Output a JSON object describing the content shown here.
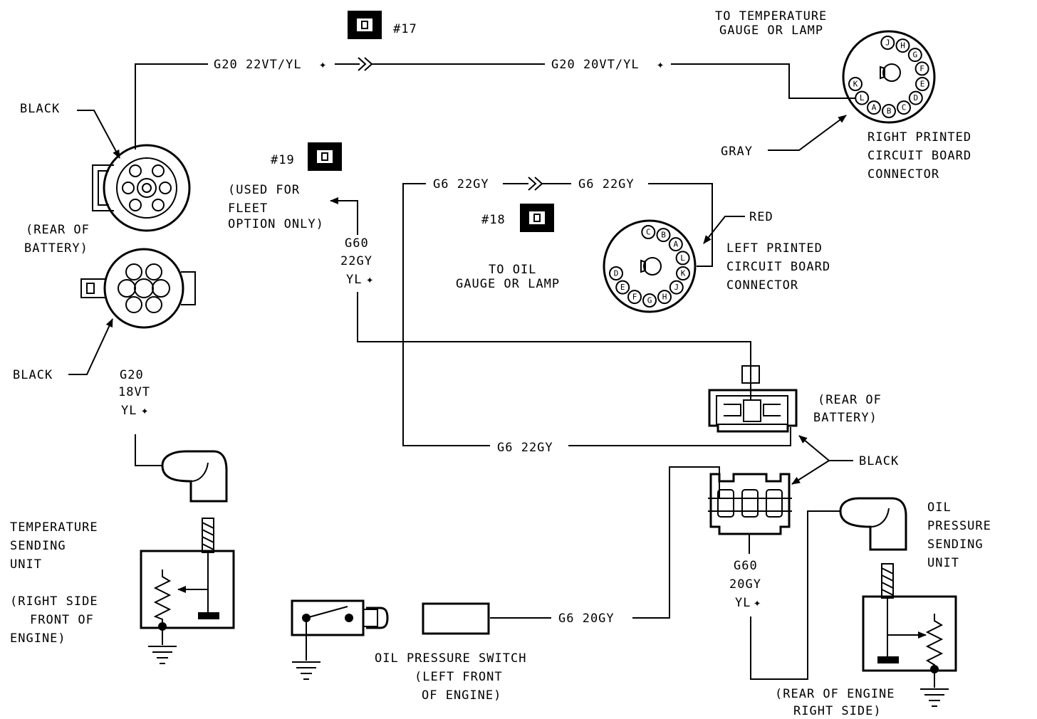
{
  "labels": {
    "splice17": "#17",
    "splice18": "#18",
    "splice19": "#19",
    "to_temp_1": "TO TEMPERATURE",
    "to_temp_2": "GAUGE OR LAMP",
    "rpcb_1": "RIGHT PRINTED",
    "rpcb_2": "CIRCUIT BOARD",
    "rpcb_3": "CONNECTOR",
    "gray": "GRAY",
    "lpcb_1": "LEFT PRINTED",
    "lpcb_2": "CIRCUIT BOARD",
    "lpcb_3": "CONNECTOR",
    "red": "RED",
    "to_oil_1": "TO OIL",
    "to_oil_2": "GAUGE OR LAMP",
    "used_for_1": "(USED FOR",
    "used_for_2": "FLEET",
    "used_for_3": "OPTION ONLY)",
    "black_top": "BLACK",
    "black_mid": "BLACK",
    "black_right": "BLACK",
    "rear_batt_l1": "(REAR OF",
    "rear_batt_l2": "BATTERY)",
    "rear_batt_r1": "(REAR OF",
    "rear_batt_r2": "BATTERY)",
    "tsu_1": "TEMPERATURE",
    "tsu_2": "SENDING",
    "tsu_3": "UNIT",
    "tsu_4": "(RIGHT SIDE",
    "tsu_5": "FRONT OF",
    "tsu_6": "ENGINE)",
    "ops_1": "OIL PRESSURE SWITCH",
    "ops_2": "(LEFT FRONT",
    "ops_3": "OF ENGINE)",
    "opsu_1": "OIL",
    "opsu_2": "PRESSURE",
    "opsu_3": "SENDING",
    "opsu_4": "UNIT",
    "rear_eng_1": "(REAR OF ENGINE",
    "rear_eng_2": "RIGHT SIDE)"
  },
  "wires": {
    "g20_22": "G20 22VT/YL",
    "g20_20": "G20 20VT/YL",
    "g20_18_1": "G20",
    "g20_18_2": "18VT",
    "g20_18_3": "YL",
    "g6_22_a": "G6 22GY",
    "g6_22_b": "G6 22GY",
    "g6_22_c": "G6 22GY",
    "g60_22_1": "G60",
    "g60_22_2": "22GY",
    "g60_22_3": "YL",
    "g60_20_1": "G60",
    "g60_20_2": "20GY",
    "g60_20_3": "YL",
    "g6_20": "G6 20GY",
    "tracer": "✦"
  },
  "connector_right_pins": [
    "J",
    "H",
    "G",
    "F",
    "E",
    "D",
    "C",
    "B",
    "A",
    "L",
    "K"
  ],
  "connector_left_pins": [
    "C",
    "B",
    "A",
    "L",
    "K",
    "J",
    "H",
    "G",
    "F",
    "E",
    "D"
  ],
  "colors": {
    "ink": "#000000",
    "paper": "#ffffff"
  }
}
